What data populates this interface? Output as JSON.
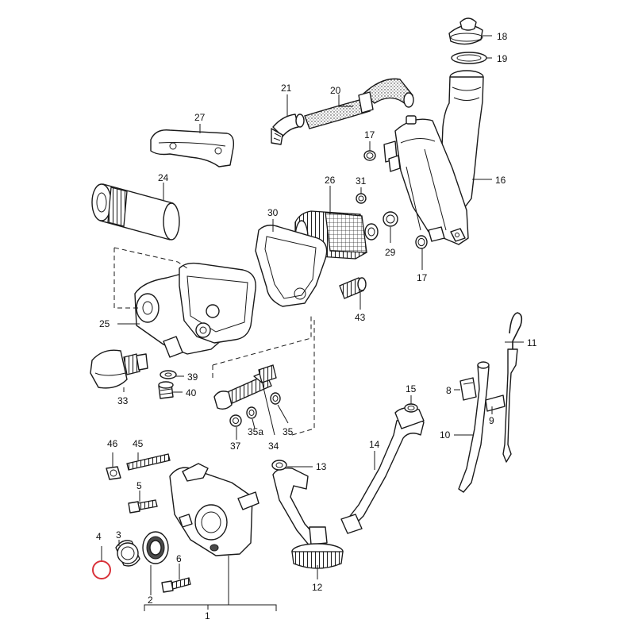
{
  "colors": {
    "line": "#1a1a1a",
    "highlight": "#d9323a",
    "background": "#ffffff"
  },
  "callouts": {
    "c1": "1",
    "c2": "2",
    "c3": "3",
    "c4": "4",
    "c5": "5",
    "c6": "6",
    "c8": "8",
    "c9": "9",
    "c10": "10",
    "c11": "11",
    "c12": "12",
    "c13": "13",
    "c14": "14",
    "c15": "15",
    "c16": "16",
    "c17a": "17",
    "c17b": "17",
    "c18": "18",
    "c19": "19",
    "c20": "20",
    "c21": "21",
    "c24": "24",
    "c25": "25",
    "c26": "26",
    "c27": "27",
    "c29": "29",
    "c30": "30",
    "c31": "31",
    "c33": "33",
    "c34": "34",
    "c35": "35",
    "c35a": "35a",
    "c37": "37",
    "c39": "39",
    "c40": "40",
    "c43": "43",
    "c45": "45",
    "c46": "46"
  },
  "highlighted_part": "4"
}
